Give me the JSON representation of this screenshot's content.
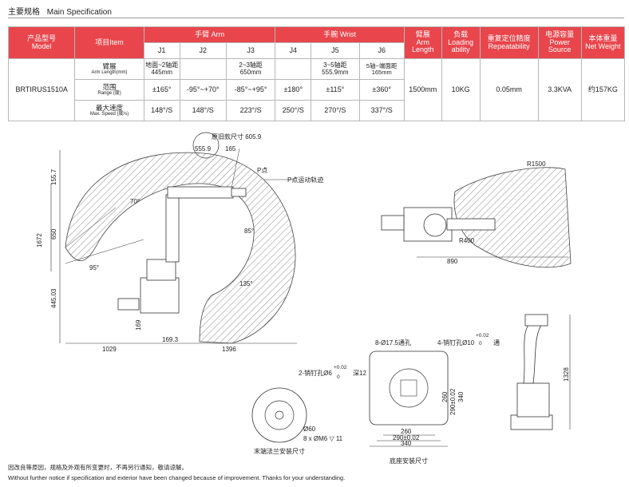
{
  "header": {
    "title_cn": "主要规格",
    "title_en": "Main Specification"
  },
  "table": {
    "model_cn": "产品型号",
    "model_en": "Model",
    "item_label": "项目Item",
    "arm_group": "手臂 Arm",
    "wrist_group": "手腕 Wrist",
    "arm_length_hdr": [
      "臂展",
      "Arm",
      "Length"
    ],
    "loading_hdr": [
      "负载",
      "Loading",
      "ability"
    ],
    "repeat_hdr": [
      "重复定位精度",
      "Repeatability"
    ],
    "power_hdr": [
      "电源容量",
      "Power",
      "Source"
    ],
    "weight_hdr": [
      "本体重量",
      "Net Weight"
    ],
    "axes": [
      "J1",
      "J2",
      "J3",
      "J4",
      "J5",
      "J6"
    ],
    "model_value": "BRTIRUS1510A",
    "row1_label_cn": "臂展",
    "row1_label_en": "Arm Length(mm)",
    "row1_cells": [
      [
        "地面~2轴距",
        "445mm"
      ],
      [
        "2~3轴距",
        "650mm"
      ],
      [
        "3~5轴距",
        "555.9mm"
      ],
      [
        "5轴~端面距",
        "165mm"
      ]
    ],
    "row2_label_cn": "范围",
    "row2_label_en": "Range (度)",
    "row2_values": [
      "±165°",
      "-95°~+70°",
      "-85°~+95°",
      "±180°",
      "±115°",
      "±360°"
    ],
    "row3_label_cn": "最大速度",
    "row3_label_en": "Max. Speed (度/s)",
    "row3_values": [
      "148°/S",
      "148°/S",
      "223°/S",
      "250°/S",
      "270°/S",
      "337°/S"
    ],
    "arm_length_value": "1500mm",
    "loading_value": "10KG",
    "repeat_value": "0.05mm",
    "power_value": "3.3KVA",
    "weight_value": "约157KG"
  },
  "drawing": {
    "old_size": "原旧款尺寸 605.9",
    "d5559": "555.9",
    "d165": "165",
    "p_point": "P点",
    "p_track": "P点运动轨迹",
    "d1557": "155.7",
    "d650": "650",
    "d1672": "1672",
    "d44503": "445.03",
    "d169": "169",
    "d1693": "169.3",
    "d1029": "1029",
    "d1396": "1396",
    "a70": "70°",
    "a95": "95°",
    "a85": "85°",
    "a135": "135°",
    "r1500": "R1500",
    "r400": "R400",
    "d890": "890",
    "holes1": "8-Ø17.5通孔",
    "pin1": "4-销钉孔Ø10",
    "pin1_tol": "+0.02",
    "pin1_tol0": "0",
    "pin1_depth": "通",
    "pin2": "2-销钉孔Ø6",
    "pin2_tol": "+0.02",
    "pin2_tol0": "0",
    "pin2_depth": "深12",
    "phi60": "Ø60",
    "m6": "8 x ØM6 ▽ 11",
    "flange_caption": "末端法兰安装尺寸",
    "base_caption": "底座安装尺寸",
    "d260v": "260",
    "d2900v": "290±0.02",
    "d340v": "340",
    "d260h": "260",
    "d2900h": "290±0.02",
    "d340h": "340",
    "d1328": "1328"
  },
  "footer": {
    "cn": "因改良等原因，规格及外观有所变更时，不再另行通知，敬请谅解。",
    "en": "Without further notice if specification and exterior have been changed because of improvement. Thanks for your understanding."
  },
  "colors": {
    "header_red": "#e8464c",
    "hatch": "#555555",
    "line": "#333333"
  }
}
